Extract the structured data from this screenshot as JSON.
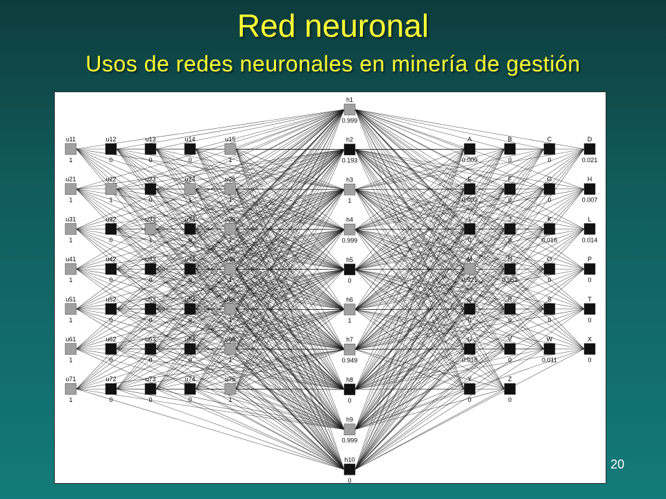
{
  "slide": {
    "title": "Red neuronal",
    "subtitle": "Usos de redes neuronales en minería de gestión",
    "page_number": "20"
  },
  "network": {
    "input_nodes": [
      [
        {
          "label": "u11",
          "value": "1",
          "color": "gray"
        },
        {
          "label": "u12",
          "value": "0",
          "color": "black"
        },
        {
          "label": "u13",
          "value": "0",
          "color": "black"
        },
        {
          "label": "u14",
          "value": "0",
          "color": "black"
        },
        {
          "label": "u15",
          "value": "1",
          "color": "gray"
        }
      ],
      [
        {
          "label": "u21",
          "value": "1",
          "color": "gray"
        },
        {
          "label": "u22",
          "value": "1",
          "color": "gray"
        },
        {
          "label": "u23",
          "value": "0",
          "color": "black"
        },
        {
          "label": "u24",
          "value": "1",
          "color": "gray"
        },
        {
          "label": "u25",
          "value": "1",
          "color": "gray"
        }
      ],
      [
        {
          "label": "u31",
          "value": "1",
          "color": "gray"
        },
        {
          "label": "u32",
          "value": "0",
          "color": "black"
        },
        {
          "label": "u33",
          "value": "1",
          "color": "gray"
        },
        {
          "label": "u34",
          "value": "0",
          "color": "black"
        },
        {
          "label": "u35",
          "value": "1",
          "color": "gray"
        }
      ],
      [
        {
          "label": "u41",
          "value": "1",
          "color": "gray"
        },
        {
          "label": "u42",
          "value": "0",
          "color": "black"
        },
        {
          "label": "u43",
          "value": "0",
          "color": "black"
        },
        {
          "label": "u44",
          "value": "0",
          "color": "black"
        },
        {
          "label": "u45",
          "value": "1",
          "color": "gray"
        }
      ],
      [
        {
          "label": "u51",
          "value": "1",
          "color": "gray"
        },
        {
          "label": "u52",
          "value": "0",
          "color": "black"
        },
        {
          "label": "u53",
          "value": "0",
          "color": "black"
        },
        {
          "label": "u54",
          "value": "0",
          "color": "black"
        },
        {
          "label": "u55",
          "value": "1",
          "color": "gray"
        }
      ],
      [
        {
          "label": "u61",
          "value": "1",
          "color": "gray"
        },
        {
          "label": "u62",
          "value": "0",
          "color": "black"
        },
        {
          "label": "u63",
          "value": "0",
          "color": "black"
        },
        {
          "label": "u64",
          "value": "0",
          "color": "black"
        },
        {
          "label": "u65",
          "value": "1",
          "color": "gray"
        }
      ],
      [
        {
          "label": "u71",
          "value": "1",
          "color": "gray"
        },
        {
          "label": "u72",
          "value": "0",
          "color": "black"
        },
        {
          "label": "u73",
          "value": "0",
          "color": "black"
        },
        {
          "label": "u74",
          "value": "0",
          "color": "black"
        },
        {
          "label": "u75",
          "value": "1",
          "color": "gray"
        }
      ]
    ],
    "hidden_nodes": [
      {
        "label": "h1",
        "value": "0.999",
        "color": "gray"
      },
      {
        "label": "h2",
        "value": "0.193",
        "color": "black"
      },
      {
        "label": "h3",
        "value": "1",
        "color": "gray"
      },
      {
        "label": "h4",
        "value": "0.999",
        "color": "gray"
      },
      {
        "label": "h5",
        "value": "0",
        "color": "black"
      },
      {
        "label": "h6",
        "value": "1",
        "color": "gray"
      },
      {
        "label": "h7",
        "value": "0.949",
        "color": "gray"
      },
      {
        "label": "h8",
        "value": "0",
        "color": "black"
      },
      {
        "label": "h9",
        "value": "0.999",
        "color": "gray"
      },
      {
        "label": "h10",
        "value": "0",
        "color": "black"
      }
    ],
    "output_nodes": [
      [
        {
          "label": "A",
          "value": "0.009",
          "color": "black"
        },
        {
          "label": "B",
          "value": "0",
          "color": "black"
        },
        {
          "label": "C",
          "value": "0",
          "color": "black"
        },
        {
          "label": "D",
          "value": "0.021",
          "color": "black"
        }
      ],
      [
        {
          "label": "E",
          "value": "0.002",
          "color": "black"
        },
        {
          "label": "F",
          "value": "0",
          "color": "black"
        },
        {
          "label": "G",
          "value": "0",
          "color": "black"
        },
        {
          "label": "H",
          "value": "0.007",
          "color": "black"
        }
      ],
      [
        {
          "label": "I",
          "value": "0",
          "color": "black"
        },
        {
          "label": "J",
          "value": "0",
          "color": "black"
        },
        {
          "label": "K",
          "value": "0.016",
          "color": "black"
        },
        {
          "label": "L",
          "value": "0.014",
          "color": "black"
        }
      ],
      [
        {
          "label": "M",
          "value": "0.921",
          "color": "gray"
        },
        {
          "label": "N",
          "value": "0.052",
          "color": "black"
        },
        {
          "label": "O",
          "value": "0",
          "color": "black"
        },
        {
          "label": "P",
          "value": "0",
          "color": "black"
        }
      ],
      [
        {
          "label": "Q",
          "value": "0",
          "color": "black"
        },
        {
          "label": "R",
          "value": "0",
          "color": "black"
        },
        {
          "label": "S",
          "value": "0",
          "color": "black"
        },
        {
          "label": "T",
          "value": "0",
          "color": "black"
        }
      ],
      [
        {
          "label": "U",
          "value": "0.018",
          "color": "black"
        },
        {
          "label": "V",
          "value": "0",
          "color": "black"
        },
        {
          "label": "W",
          "value": "0.011",
          "color": "black"
        },
        {
          "label": "X",
          "value": "0",
          "color": "black"
        }
      ],
      [
        {
          "label": "Y",
          "value": "0",
          "color": "black"
        },
        {
          "label": "Z",
          "value": "0",
          "color": "black"
        }
      ]
    ],
    "colors": {
      "gray": "#a0a0a0",
      "black": "#111111",
      "edge": "#1a1a1a"
    }
  }
}
